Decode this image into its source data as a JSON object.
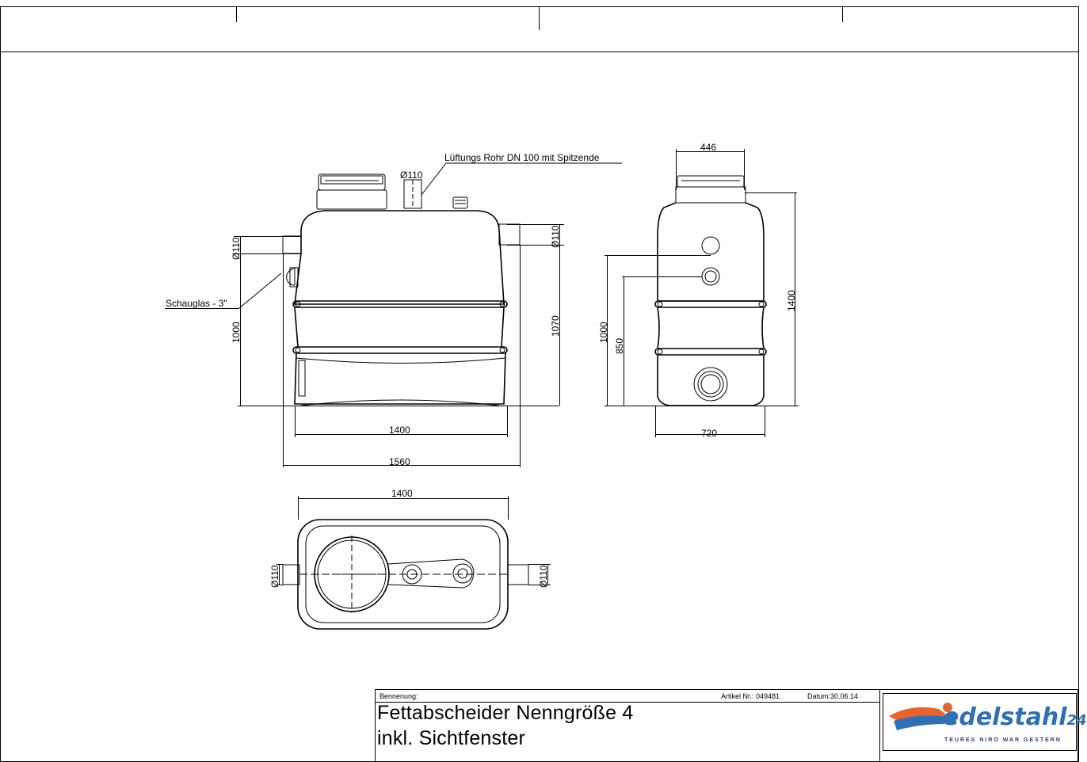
{
  "drawing": {
    "annotations": {
      "vent_pipe": "Lüftungs Rohr DN 100  mit Spitzende",
      "sight_glass": "Schauglas - 3\"",
      "d110": "Ø110"
    },
    "front_view": {
      "height_inlet": "1000",
      "height_outlet": "1070",
      "width_body": "1400",
      "width_total": "1560"
    },
    "side_view": {
      "top_width": "446",
      "total_height": "1400",
      "height_1000": "1000",
      "height_850": "850",
      "bottom_width": "720"
    },
    "top_view": {
      "width": "1400"
    }
  },
  "title_block": {
    "designation_label": "Bennenung:",
    "article_label": "Artikel Nr.: 049481",
    "date_label": "Datum:30.06.14",
    "title_line1": "Fettabscheider Nenngröße 4",
    "title_line2": "inkl. Sichtfenster"
  },
  "logo": {
    "brand": "edelstahl",
    "number": "24",
    "slogan": "TEURES NIRO WAR GESTERN",
    "colors": {
      "orange": "#e8642a",
      "blue": "#2f6fb5",
      "navy": "#1f3f80"
    }
  }
}
